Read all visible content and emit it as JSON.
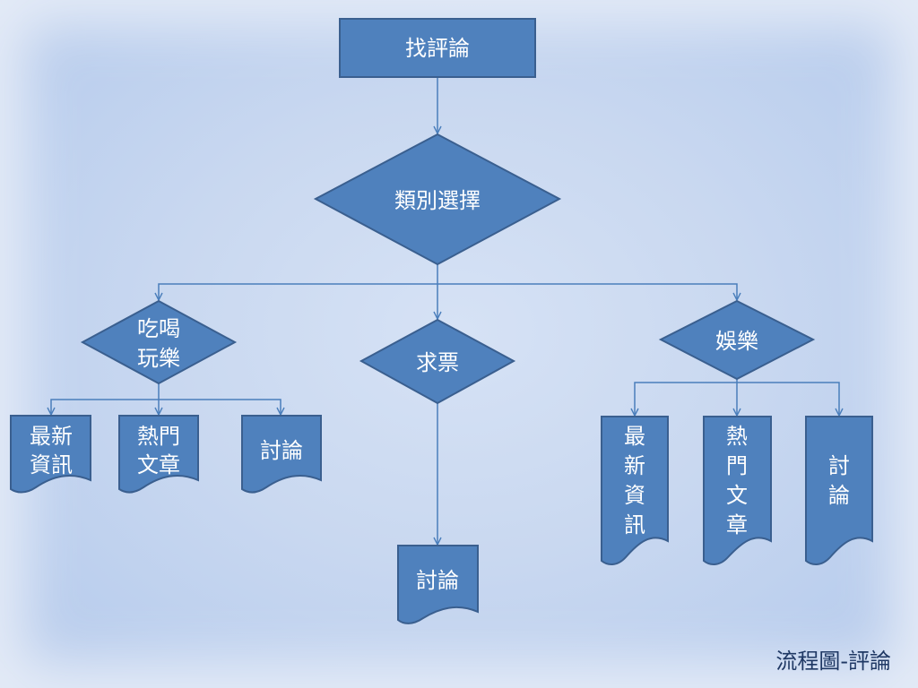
{
  "colors": {
    "node_fill": "#4f81bd",
    "node_stroke": "#3a5f8f",
    "connector": "#4a7ebb",
    "text": "#ffffff",
    "caption": "#1f3864"
  },
  "nodes": {
    "start": "找評論",
    "category_select": "類別選擇",
    "food_fun": {
      "line1": "吃喝",
      "line2": "玩樂"
    },
    "tickets": "求票",
    "entertainment": "娛樂",
    "food_news": {
      "line1": "最新",
      "line2": "資訊"
    },
    "food_hot": {
      "line1": "熱門",
      "line2": "文章"
    },
    "food_discuss": "討論",
    "tickets_discuss": "討論",
    "ent_news": [
      "最",
      "新",
      "資",
      "訊"
    ],
    "ent_hot": [
      "熱",
      "門",
      "文",
      "章"
    ],
    "ent_discuss": [
      "討",
      "論"
    ]
  },
  "caption": "流程圖-評論"
}
